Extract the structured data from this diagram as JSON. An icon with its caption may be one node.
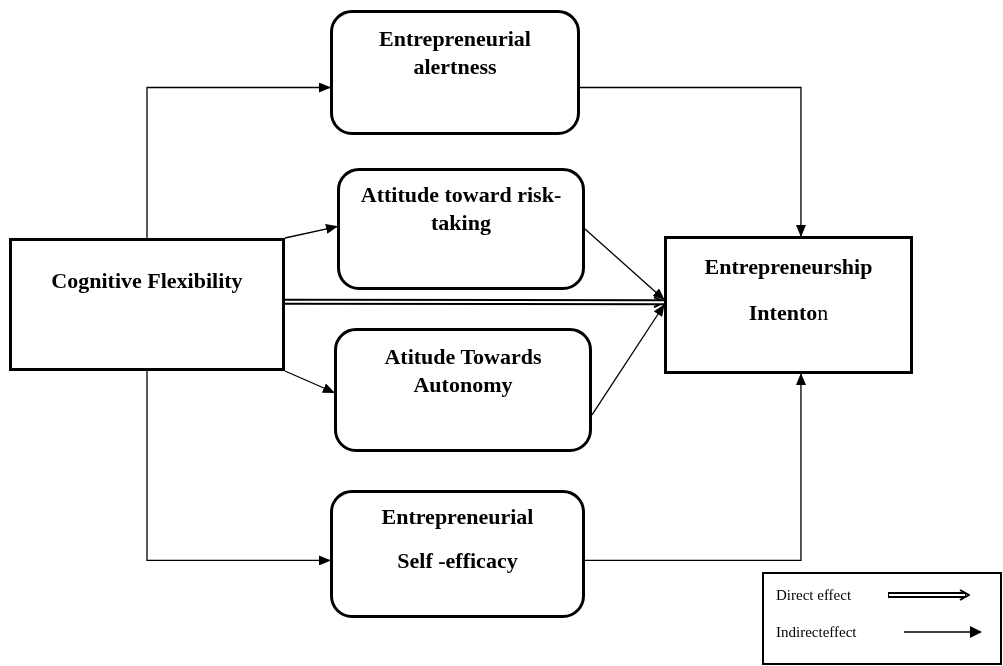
{
  "diagram": {
    "nodes": [
      {
        "text": [
          "Cognitive Flexibility"
        ]
      },
      {
        "text": [
          "Entrepreneurial alertness"
        ]
      },
      {
        "text": [
          "Attitude toward risk-taking"
        ]
      },
      {
        "text": [
          "Atitude Towards Autonomy"
        ]
      },
      {
        "text": [
          "Entrepreneurial",
          "Self -efficacy"
        ]
      },
      {
        "text": [
          "Entrepreneurship",
          "**Intento**n"
        ]
      }
    ],
    "edges": [
      {
        "from": 0,
        "to": 1,
        "arrow": "to"
      },
      {
        "from": 0,
        "to": 2,
        "arrow": "to"
      },
      {
        "from": 0,
        "to": 3,
        "arrow": "to"
      },
      {
        "from": 0,
        "to": 5,
        "arrow": "to",
        "style": "thick"
      },
      {
        "from": 0,
        "to": 4,
        "arrow": "to"
      },
      {
        "from": 1,
        "to": 5,
        "arrow": "to"
      },
      {
        "from": 2,
        "to": 5,
        "arrow": "to"
      },
      {
        "from": 3,
        "to": 5,
        "arrow": "to"
      },
      {
        "from": 4,
        "to": 5,
        "arrow": "to"
      }
    ],
    "legend": [
      {
        "text": "Direct effect"
      },
      {
        "text": "Indirecteffect"
      }
    ]
  }
}
